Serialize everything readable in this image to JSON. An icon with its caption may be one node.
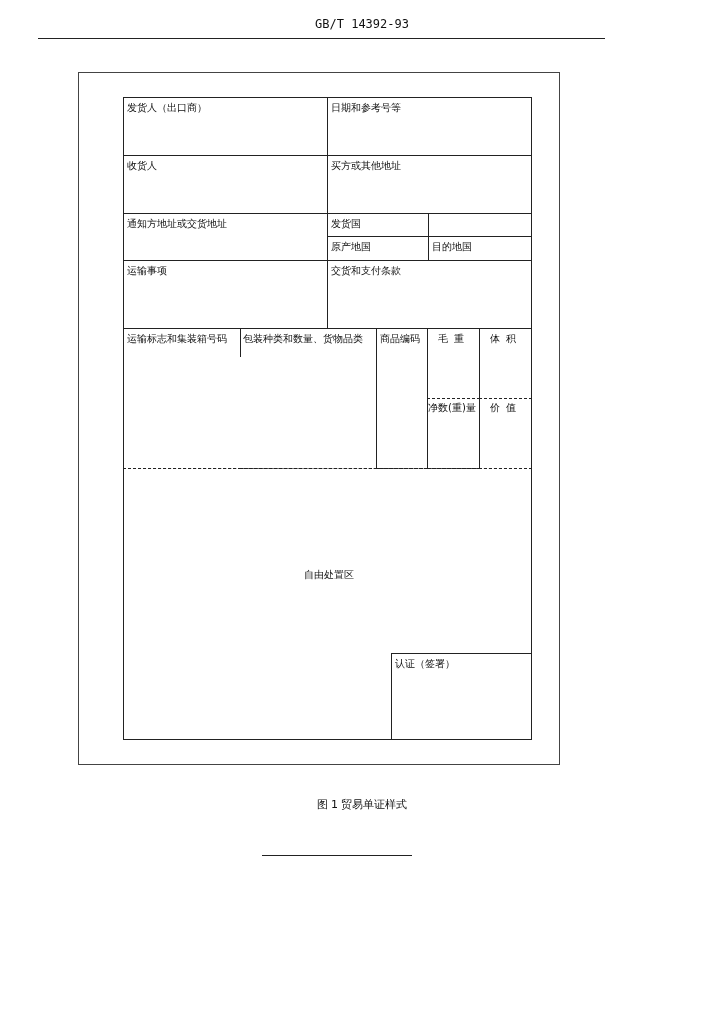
{
  "diagram": {
    "caption": "图 1 贸易单证样式",
    "nodes": [
      {
        "text": [
          "发货人（出口商）"
        ]
      },
      {
        "text": [
          "日期和参考号等"
        ]
      },
      {
        "text": [
          "收货人"
        ]
      },
      {
        "text": [
          "买方或其他地址"
        ]
      },
      {
        "text": [
          "通知方地址或交货地址"
        ]
      },
      {
        "text": [
          "发货国"
        ]
      },
      {
        "text": [],
        "shape": "box"
      },
      {
        "text": [
          "原产地国"
        ]
      },
      {
        "text": [
          "目的地国"
        ]
      },
      {
        "text": [
          "运输事项"
        ]
      },
      {
        "text": [
          "交货和支付条款"
        ]
      },
      {
        "text": [
          "运输标志和集装箱号码"
        ]
      },
      {
        "text": [
          "包装种类和数量、货物品类"
        ]
      },
      {
        "text": [
          "商品编码"
        ]
      },
      {
        "text": [
          "毛重"
        ]
      },
      {
        "text": [
          "体积"
        ]
      },
      {
        "text": [
          "净数(重)量"
        ]
      },
      {
        "text": [
          "价值"
        ]
      },
      {
        "text": [
          "自由处置区"
        ]
      },
      {
        "text": [
          "认证（签署）"
        ],
        "in": 18
      }
    ],
    "labels": [
      "GB/T 14392-93"
    ]
  }
}
